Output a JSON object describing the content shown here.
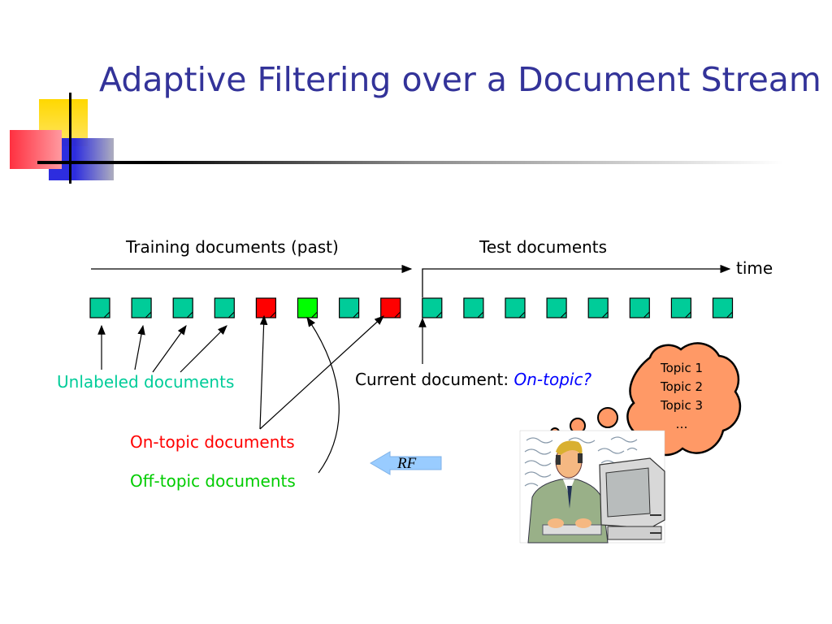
{
  "slide": {
    "title": "Adaptive Filtering over a Document Stream"
  },
  "timeline": {
    "training_label": "Training documents (past)",
    "test_label": "Test documents",
    "time_label": "time",
    "documents": [
      "unlabeled",
      "unlabeled",
      "unlabeled",
      "unlabeled",
      "on-topic",
      "off-topic",
      "unlabeled",
      "on-topic",
      "unlabeled",
      "unlabeled",
      "unlabeled",
      "unlabeled",
      "unlabeled",
      "unlabeled",
      "unlabeled",
      "unlabeled"
    ],
    "colors": {
      "unlabeled": "#00cc99",
      "on-topic": "#ff0000",
      "off-topic": "#00ff00"
    }
  },
  "labels": {
    "unlabeled": "Unlabeled documents",
    "on_topic": "On-topic documents",
    "off_topic": "Off-topic documents",
    "current_prefix": "Current document: ",
    "current_question": "On-topic?",
    "rf": "RF"
  },
  "thought_bubble": {
    "topics": [
      "Topic 1",
      "Topic 2",
      "Topic 3",
      "…"
    ]
  },
  "colors": {
    "title": "#333399",
    "unlabeled_text": "#00cc99",
    "on_topic_text": "#ff0000",
    "off_topic_text": "#00cc00",
    "question_text": "#0000ff",
    "bubble_fill": "#ff9966",
    "rf_arrow": "#99ccff"
  }
}
